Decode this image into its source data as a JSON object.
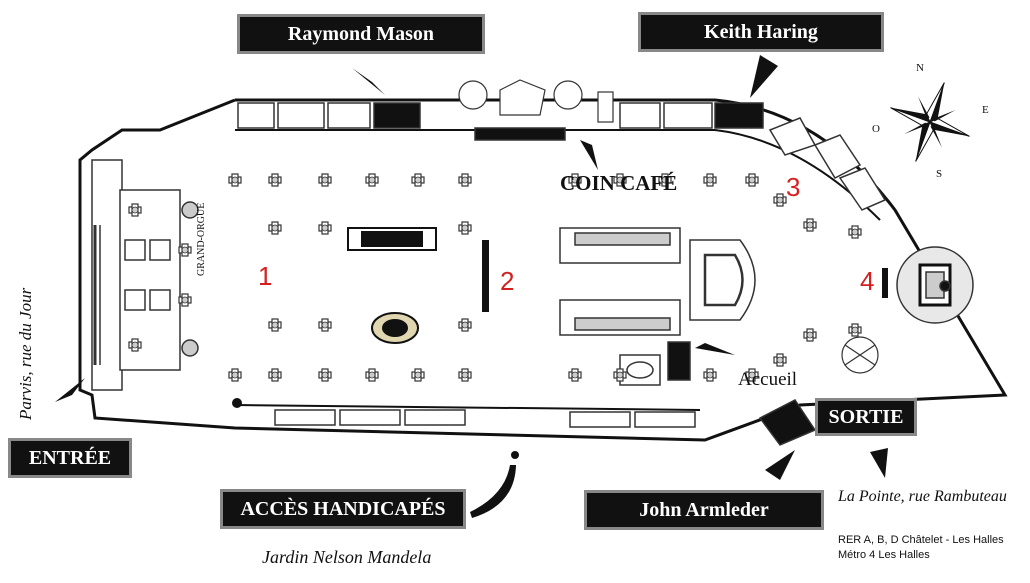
{
  "labels": {
    "raymond_mason": "Raymond Mason",
    "keith_haring": "Keith Haring",
    "coin_cafe": "COIN CAFÉ",
    "entree": "ENTRÉE",
    "acces_handicapes": "ACCÈS HANDICAPÉS",
    "john_armleder": "John Armleder",
    "sortie": "SORTIE",
    "accueil": "Accueil",
    "grand_orgue": "GRAND-ORGUE",
    "parvis": "Parvis, rue du Jour",
    "la_pointe": "La Pointe, rue Rambuteau",
    "jardin": "Jardin Nelson Mandela",
    "transport_line1": "RER A, B, D Châtelet - Les Halles",
    "transport_line2": "Métro 4 Les Halles"
  },
  "zones": [
    "1",
    "2",
    "3",
    "4"
  ],
  "compass": {
    "n": "N",
    "e": "E",
    "s": "S",
    "o": "O"
  },
  "colors": {
    "zone_number": "#d42020",
    "tag_bg": "#111111",
    "tag_border": "#888888"
  }
}
